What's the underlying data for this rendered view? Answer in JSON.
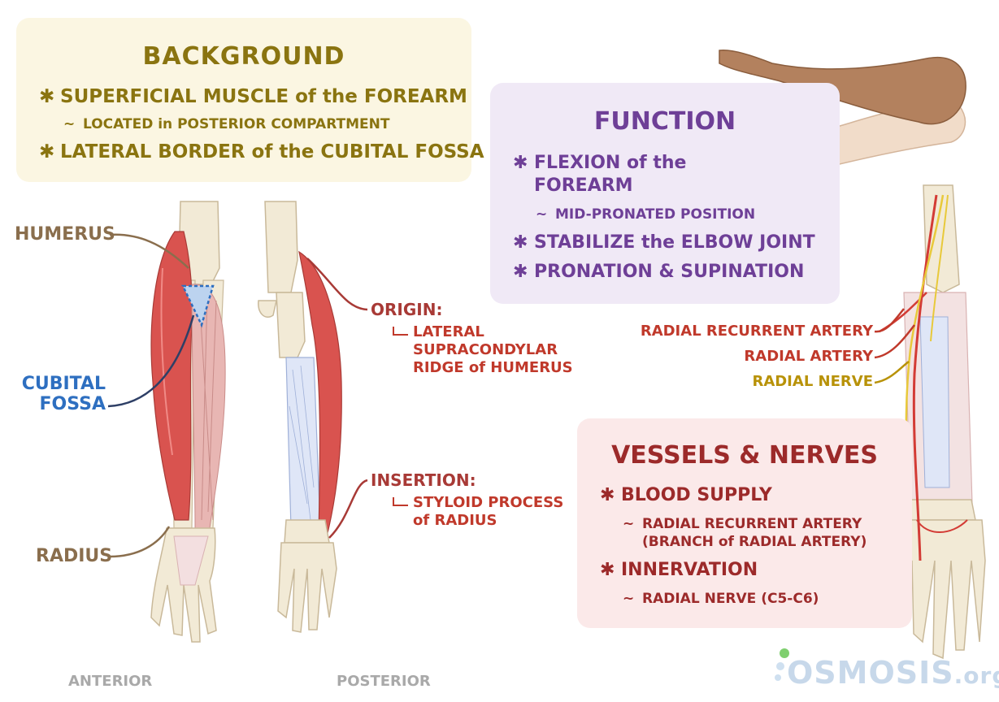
{
  "background": {
    "title": "BACKGROUND",
    "bullet_symbol": "✱",
    "sub_symbol": "~",
    "b1": "SUPERFICIAL MUSCLE of the FOREARM",
    "b1_sub": "LOCATED in POSTERIOR COMPARTMENT",
    "b2": "LATERAL BORDER of the CUBITAL FOSSA"
  },
  "function": {
    "title": "FUNCTION",
    "b1_line1": "FLEXION of the",
    "b1_line2": "FOREARM",
    "b1_sub": "MID-PRONATED POSITION",
    "b2": "STABILIZE the ELBOW JOINT",
    "b3": "PRONATION & SUPINATION"
  },
  "vessels": {
    "title": "VESSELS & NERVES",
    "b1": "BLOOD SUPPLY",
    "b1_sub_line1": "RADIAL RECURRENT ARTERY",
    "b1_sub_line2": "(BRANCH of RADIAL ARTERY)",
    "b2": "INNERVATION",
    "b2_sub": "RADIAL NERVE (C5-C6)"
  },
  "labels": {
    "humerus": "HUMERUS",
    "cubital_line1": "CUBITAL",
    "cubital_line2": "FOSSA",
    "radius": "RADIUS",
    "origin": "ORIGIN:",
    "origin_line1": "LATERAL",
    "origin_line2": "SUPRACONDYLAR",
    "origin_line3": "RIDGE of HUMERUS",
    "insertion": "INSERTION:",
    "insertion_line1": "STYLOID PROCESS",
    "insertion_line2": "of RADIUS",
    "radial_recurrent_artery": "RADIAL RECURRENT ARTERY",
    "radial_artery": "RADIAL ARTERY",
    "radial_nerve": "RADIAL NERVE",
    "anterior": "ANTERIOR",
    "posterior": "POSTERIOR"
  },
  "logo": {
    "text": "OSMOSIS",
    "suffix": ".org"
  },
  "colors": {
    "background_box": "#fbf6e2",
    "background_text": "#8a7410",
    "function_box": "#f0e9f6",
    "function_text": "#6e3f97",
    "vessels_box": "#fbe9e9",
    "vessels_text": "#9c2a2a",
    "muscle": "#d9534f",
    "bone": "#f2ead6",
    "nerve": "#e8c93a",
    "cubital": "#2e6fc0"
  }
}
